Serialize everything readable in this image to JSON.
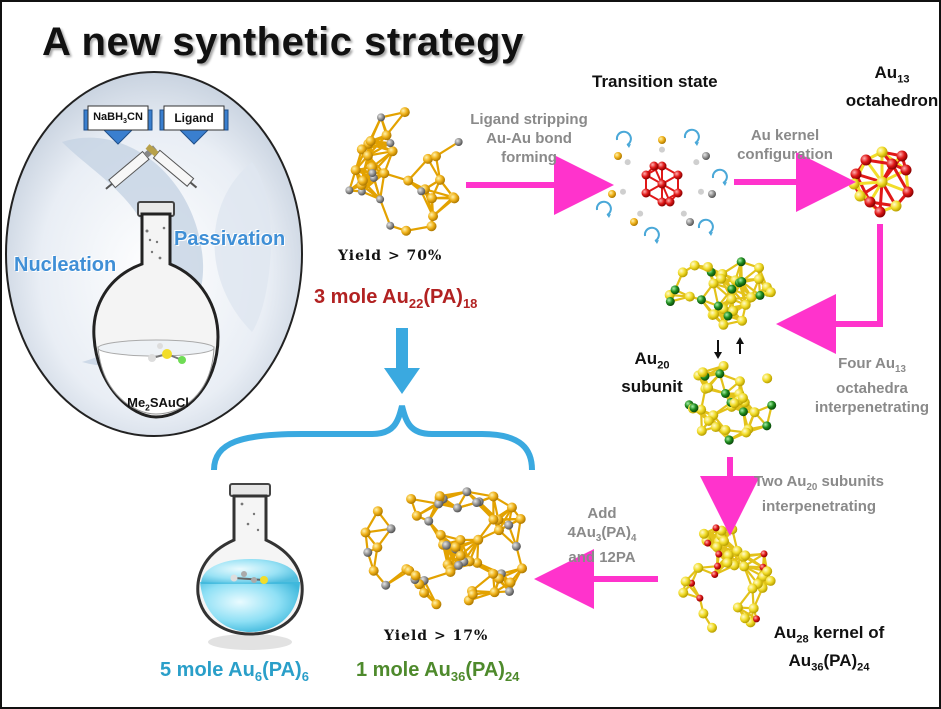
{
  "title": "A new synthetic strategy",
  "colors": {
    "arrow_magenta": "#ff33cc",
    "arrow_blue": "#3aa9e0",
    "gold": "#f0b21a",
    "red_atom": "#e01818",
    "green_atom": "#1e8c1e",
    "gray_atom": "#8e8e8e",
    "yellow_atom": "#f2dd2a"
  },
  "left_panel": {
    "reagent_1": "NaBH",
    "reagent_1_sub": "3",
    "reagent_1_tail": "CN",
    "reagent_2": "Ligand",
    "step_1": "Nucleation",
    "step_2": "Passivation",
    "precursor": "Me",
    "precursor_sub": "2",
    "precursor_tail": "SAuCl"
  },
  "au22": {
    "yield": "Yield > 70%",
    "label_prefix": "3 mole Au",
    "label_sub1": "22",
    "label_mid": "(PA)",
    "label_sub2": "18"
  },
  "step_ligand_stripping": [
    "Ligand  stripping",
    "Au-Au bond",
    "forming"
  ],
  "transition_state": "Transition state",
  "step_kernel_config": [
    "Au kernel",
    "configuration"
  ],
  "au13": {
    "prefix": "Au",
    "sub": "13",
    "line2": "octahedron"
  },
  "au20": {
    "prefix": "Au",
    "sub": "20",
    "line2": "subunit"
  },
  "step_four_au13": {
    "line1_prefix": "Four Au",
    "line1_sub": "13",
    "line2": "octahedra",
    "line3": "interpenetrating"
  },
  "step_two_au20": {
    "line1_prefix": "Two Au",
    "line1_sub": "20",
    "line1_tail": " subunits",
    "line2": "interpenetrating"
  },
  "au28": {
    "line1_prefix": "Au",
    "line1_sub": "28",
    "line1_tail": " kernel of",
    "line2_prefix": "Au",
    "line2_sub": "36",
    "line2_mid": "(PA)",
    "line2_sub2": "24"
  },
  "step_add": {
    "line1": "Add",
    "line2_prefix": "4Au",
    "line2_sub": "3",
    "line2_mid": "(PA)",
    "line2_sub2": "4",
    "line3": "and 12PA"
  },
  "au36": {
    "yield": "Yield > 17%",
    "label_prefix": "1 mole Au",
    "label_sub1": "36",
    "label_mid": "(PA)",
    "label_sub2": "24"
  },
  "au6": {
    "label_prefix": "5 mole Au",
    "label_sub1": "6",
    "label_mid": "(PA)",
    "label_sub2": "6"
  }
}
